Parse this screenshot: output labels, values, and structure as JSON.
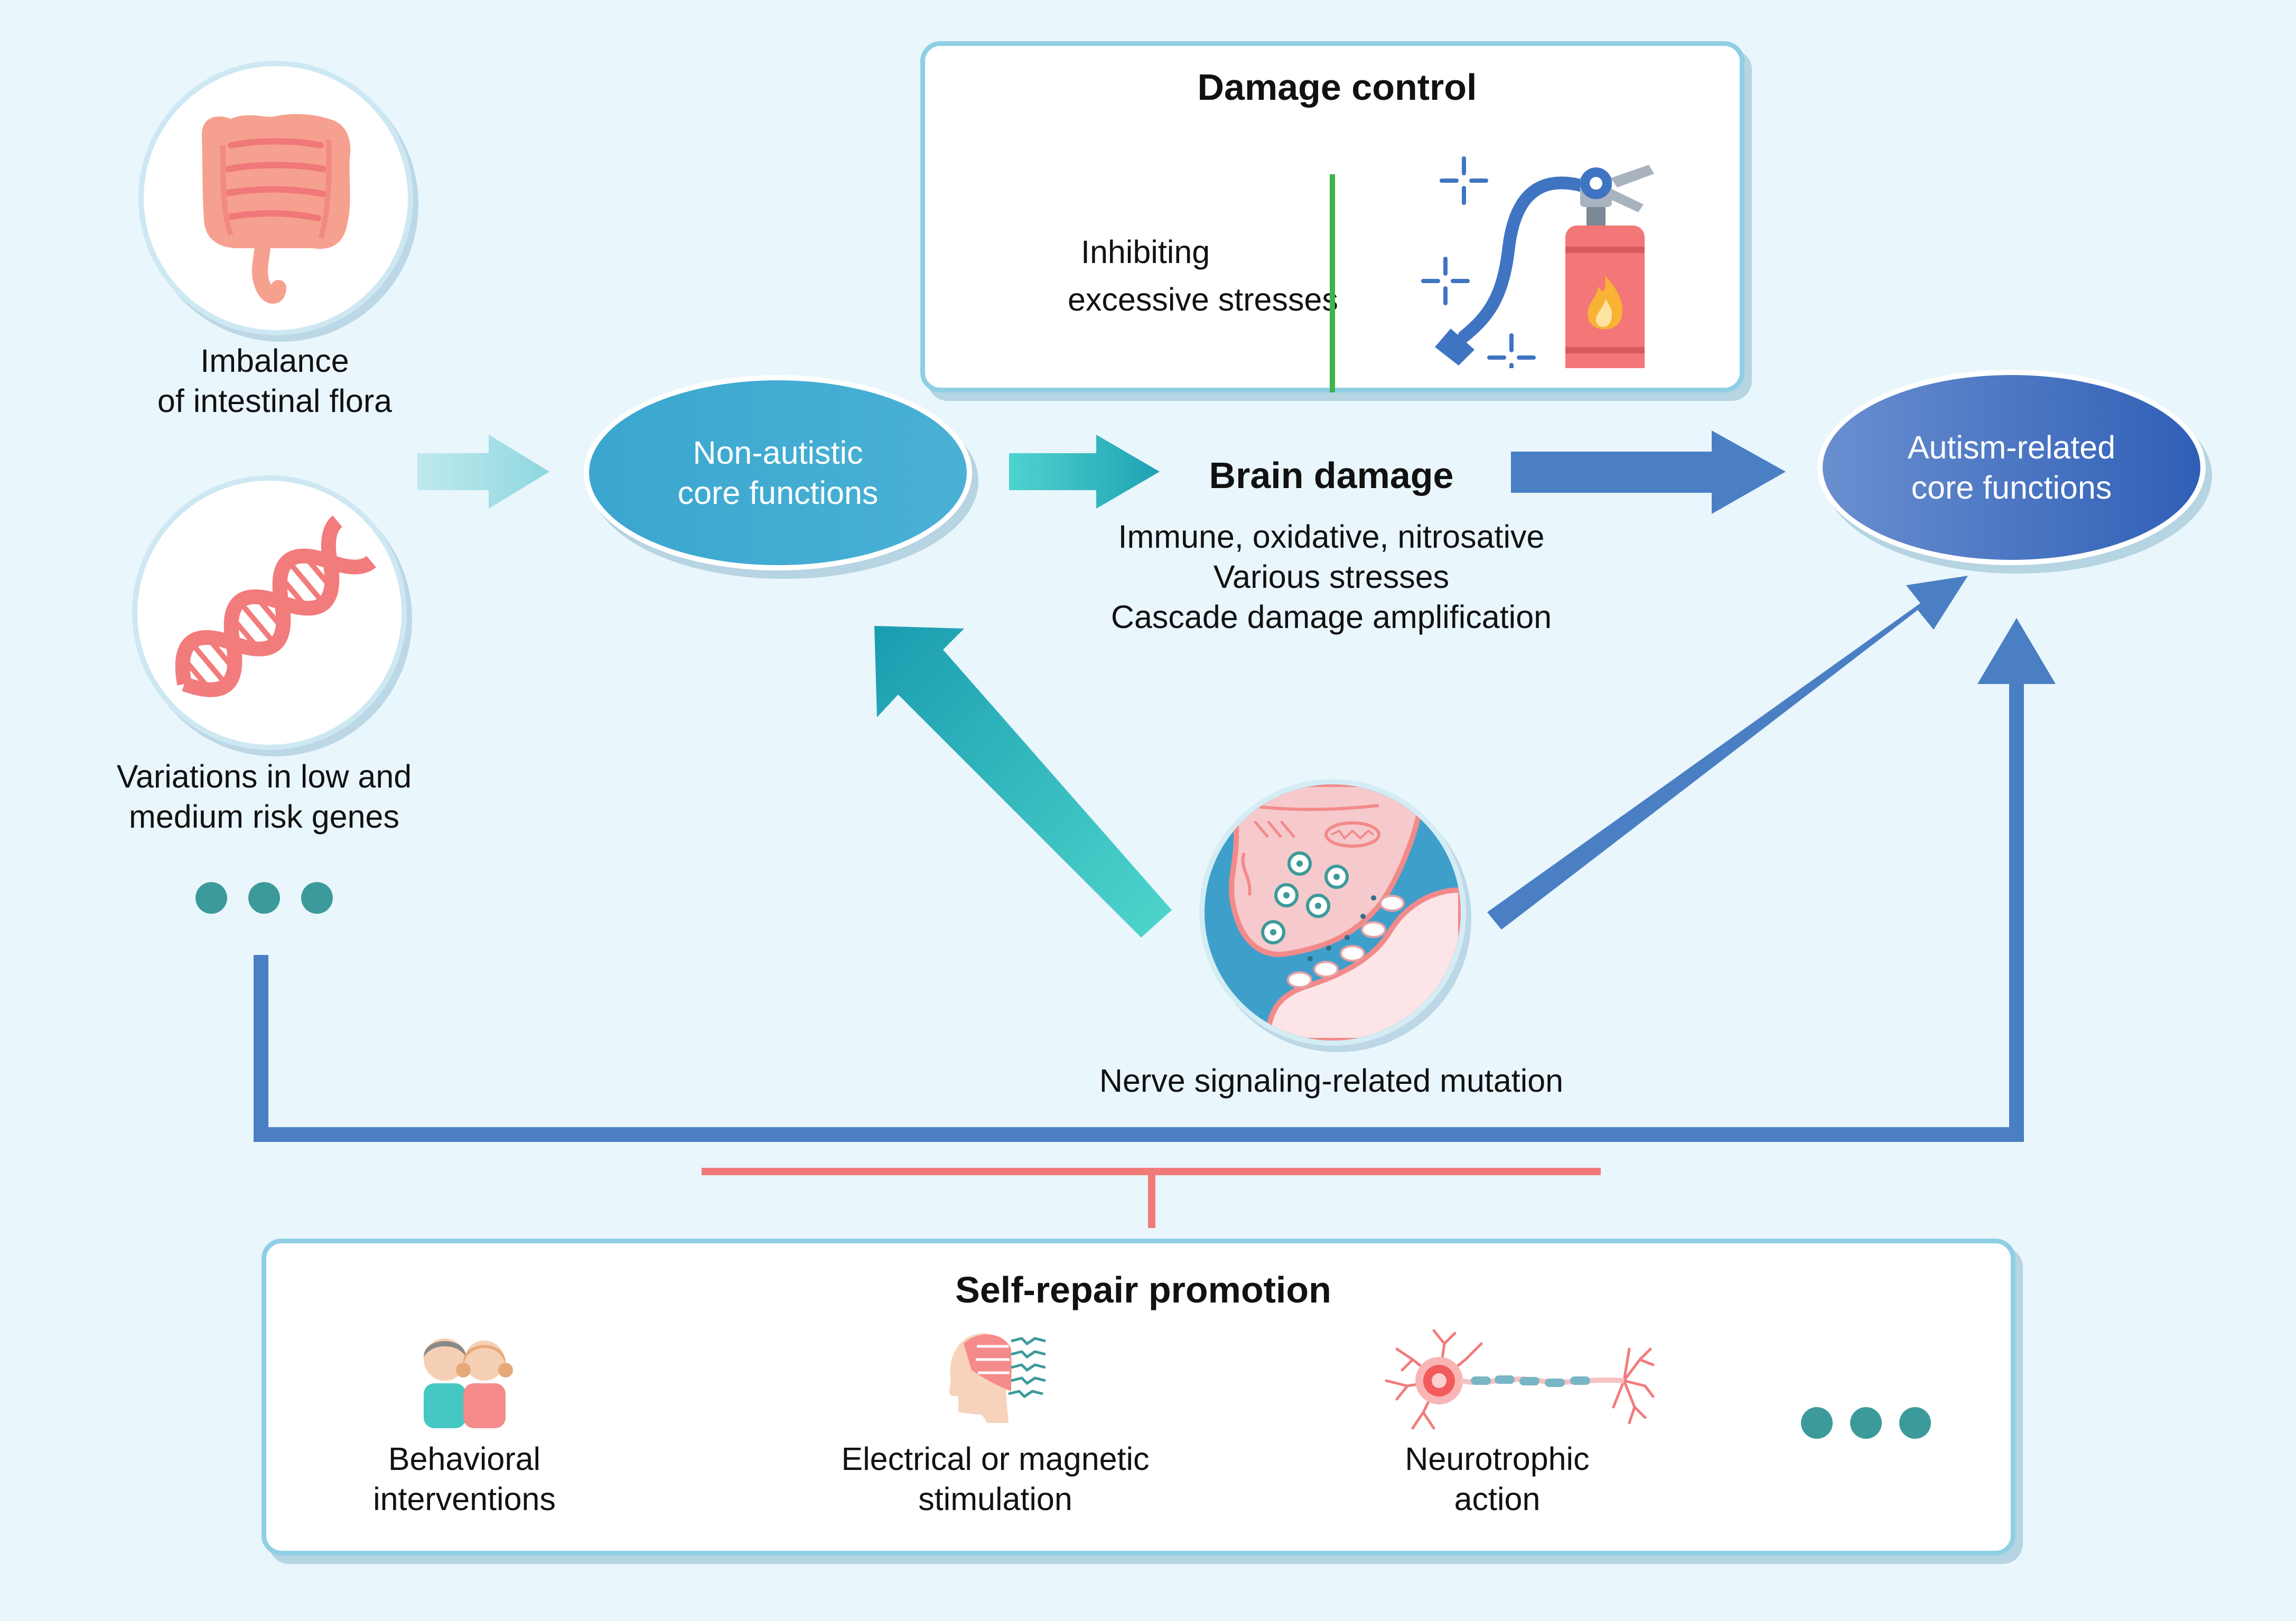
{
  "damage_control": {
    "title": "Damage control",
    "text": [
      "Inhibiting",
      "excessive stresses"
    ]
  },
  "left": {
    "flora_label": [
      "Imbalance",
      "of intestinal flora"
    ],
    "genes_label": [
      "Variations in low and",
      "medium risk genes"
    ]
  },
  "non_autistic": [
    "Non-autistic",
    "core functions"
  ],
  "brain_damage": {
    "title": "Brain damage",
    "details": [
      "Immune, oxidative, nitrosative",
      "Various stresses",
      "Cascade damage amplification"
    ]
  },
  "autism_related": [
    "Autism-related",
    "core functions"
  ],
  "nerve_label": "Nerve signaling-related mutation",
  "self_repair": {
    "title": "Self-repair promotion",
    "items": [
      {
        "label": [
          "Behavioral",
          "interventions"
        ],
        "icon": "children-icon"
      },
      {
        "label": [
          "Electrical or magnetic",
          "stimulation"
        ],
        "icon": "head-stimulation-icon"
      },
      {
        "label": [
          "Neurotrophic",
          "action"
        ],
        "icon": "neuron-icon"
      }
    ]
  },
  "colors": {
    "teal": "#2fb5bf",
    "blue": "#4a7fc4",
    "green": "#3cb54a",
    "red_line": "#f07a78",
    "dot": "#3d9a9a"
  }
}
